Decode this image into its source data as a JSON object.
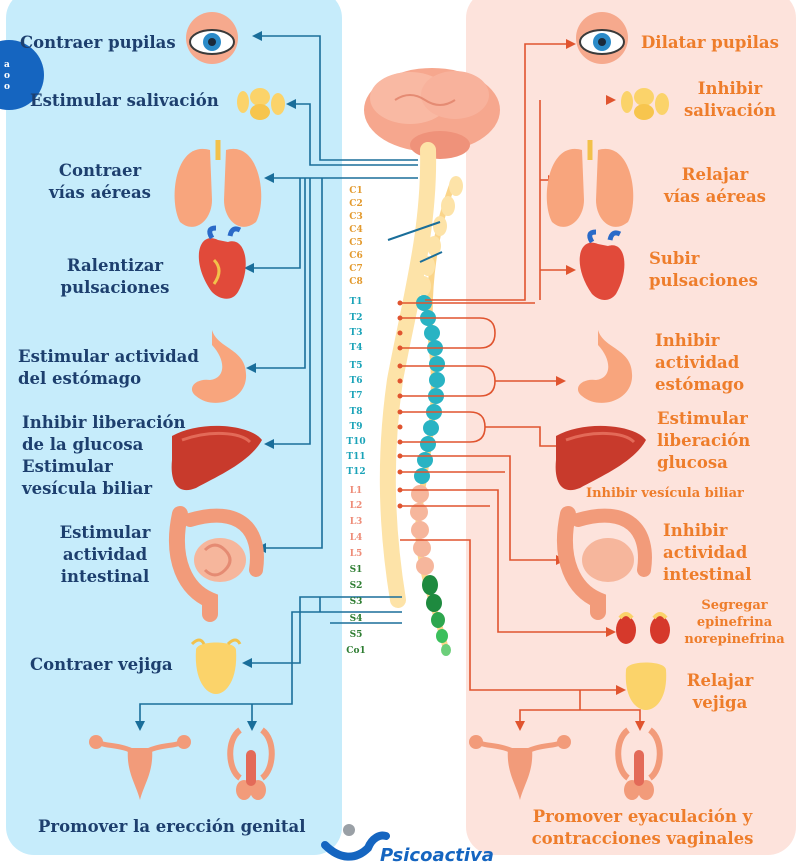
{
  "colors": {
    "parasympathetic_bg": "#c6ecfb",
    "sympathetic_bg": "#fde3dc",
    "parasympathetic_text": "#1d3f6e",
    "sympathetic_text": "#ee7d2b",
    "parasympathetic_line": "#1a6e9a",
    "sympathetic_line": "#e0542f"
  },
  "parasympathetic": {
    "contraer_pupilas": "Contraer pupilas",
    "estimular_salivacion": "Estimular salivación",
    "contraer_vias_1": "Contraer",
    "contraer_vias_2": "vías aéreas",
    "ralentizar_1": "Ralentizar",
    "ralentizar_2": "pulsaciones",
    "estomago_1": "Estimular actividad",
    "estomago_2": "del estómago",
    "higado_1": "Inhibir liberación",
    "higado_2": "de la glucosa",
    "higado_3": "Estimular",
    "higado_4": "vesícula biliar",
    "intestino_1": "Estimular",
    "intestino_2": "actividad",
    "intestino_3": "intestinal",
    "vejiga": "Contraer vejiga",
    "ereccion": "Promover la erección genital"
  },
  "sympathetic": {
    "dilatar_pupilas": "Dilatar pupilas",
    "inhibir_saliv_1": "Inhibir",
    "inhibir_saliv_2": "salivación",
    "relajar_vias_1": "Relajar",
    "relajar_vias_2": "vías aéreas",
    "subir_1": "Subir",
    "subir_2": "pulsaciones",
    "estomago_1": "Inhibir",
    "estomago_2": "actividad",
    "estomago_3": "estómago",
    "glucosa_1": "Estimular",
    "glucosa_2": "liberación",
    "glucosa_3": "glucosa",
    "vesicula": "Inhibir vesícula biliar",
    "intestino_1": "Inhibir",
    "intestino_2": "actividad",
    "intestino_3": "intestinal",
    "epi_1": "Segregar",
    "epi_2": "epinefrina",
    "epi_3": "norepinefrina",
    "vejiga_1": "Relajar",
    "vejiga_2": "vejiga",
    "eyac_1": "Promover eyaculación y",
    "eyac_2": "contracciones vaginales"
  },
  "spine_segments": [
    "C1",
    "C2",
    "C3",
    "C4",
    "C5",
    "C6",
    "C7",
    "C8",
    "T1",
    "T2",
    "T3",
    "T4",
    "T5",
    "T6",
    "T7",
    "T8",
    "T9",
    "T10",
    "T11",
    "T12",
    "L1",
    "L2",
    "L3",
    "L4",
    "L5",
    "S1",
    "S2",
    "S3",
    "S4",
    "S5",
    "Co1"
  ],
  "icons": [
    "eye-icon",
    "salivary-gland-icon",
    "lungs-icon",
    "heart-icon",
    "stomach-icon",
    "liver-icon",
    "intestine-icon",
    "bladder-icon",
    "uterus-icon",
    "male-reproductive-icon",
    "brain-icon",
    "spinal-cord-icon",
    "adrenal-gland-icon"
  ],
  "badge_text": [
    "a",
    "o",
    "o"
  ],
  "logo_text": "Psicoactiva"
}
